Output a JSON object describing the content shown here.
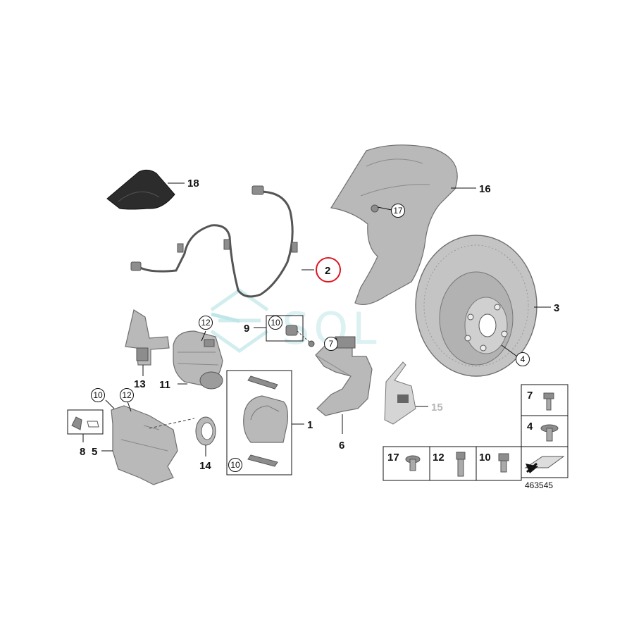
{
  "diagram": {
    "labels": {
      "p1": "1",
      "p2": "2",
      "p3": "3",
      "p4": "4",
      "p5": "5",
      "p6": "6",
      "p7": "7",
      "p8": "8",
      "p9": "9",
      "p10a": "10",
      "p10b": "10",
      "p10c": "10",
      "p11": "11",
      "p12a": "12",
      "p12b": "12",
      "p13": "13",
      "p14": "14",
      "p15": "15",
      "p16": "16",
      "p17": "17",
      "p18": "18"
    },
    "legend": {
      "r1_num": "7",
      "r2_num": "4",
      "b1_num": "17",
      "b2_num": "12",
      "b3_num": "10"
    },
    "diagram_number": "463545",
    "watermark": "SOL",
    "highlight_color": "#e0141e"
  }
}
